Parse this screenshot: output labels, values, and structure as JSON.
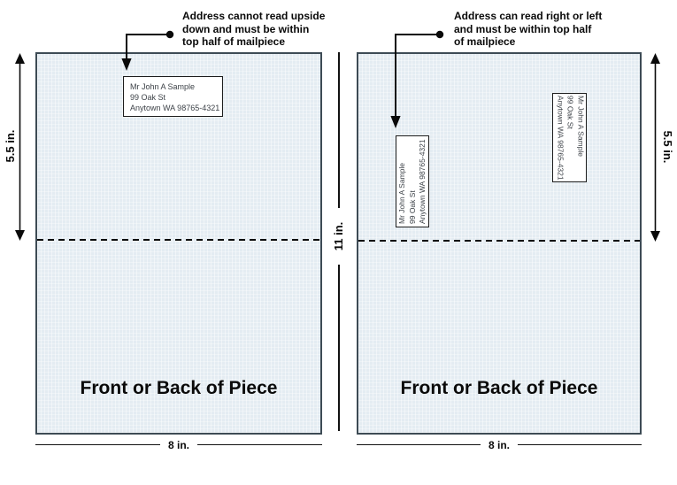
{
  "colors": {
    "background": "#ffffff",
    "mailpiece_fill": "#e4ecf2",
    "mailpiece_border": "#3d4b55",
    "ink": "#0a0a0a",
    "address_ink": "#3d4248"
  },
  "left_panel": {
    "annotation_lines": [
      "Address cannot read upside",
      "down and must be within",
      "top half of mailpiece"
    ],
    "address_block": [
      "Mr John A Sample",
      "99 Oak St",
      "Anytown WA 98765-4321"
    ],
    "front_label": "Front or Back of Piece",
    "height_label": "5.5 in.",
    "width_label": "8 in."
  },
  "center": {
    "height_label": "11 in."
  },
  "right_panel": {
    "annotation_lines": [
      "Address can read right or left",
      "and must be within top half",
      "of mailpiece"
    ],
    "address_block_vertical_left": [
      "Mr John A Sample",
      "99 Oak St",
      "Anytown WA 98765-4321"
    ],
    "address_block_vertical_right": [
      "Mr John A Sample",
      "99 Oak St",
      "Anytown WA 98765-4321"
    ],
    "front_label": "Front or Back of Piece",
    "height_label": "5.5 in.",
    "width_label": "8 in."
  }
}
